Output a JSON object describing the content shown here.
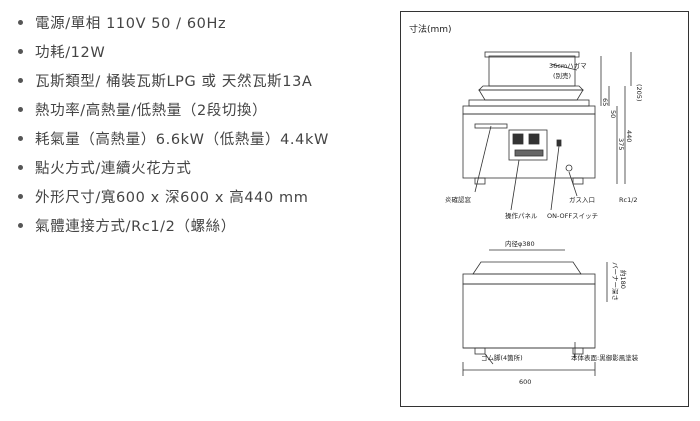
{
  "specs": [
    "電源/單相 110V 50 / 60Hz",
    "功耗/12W",
    "瓦斯類型/ 桶裝瓦斯LPG 或 天然瓦斯13A",
    "熱功率/高熱量/低熱量（2段切換）",
    "耗氣量（高熱量）6.6kW（低熱量）4.4kW",
    "點火方式/連續火花方式",
    "外形尺寸/寬600 x 深600 x 高440 mm",
    "氣體連接方式/Rc1/2（螺絲）"
  ],
  "diagram": {
    "title": "寸法(mm)",
    "labels": {
      "pot": "36cmハガマ",
      "pot_sub": "(別売)",
      "dim_205": "(205)",
      "dim_65": "65",
      "dim_50": "50",
      "dim_375": "375",
      "dim_440": "440",
      "flame_check": "炎確認窓",
      "panel": "操作パネル",
      "switch": "ON-OFFスイッチ",
      "gas_inlet": "ガス入口",
      "gas_inlet_size": "Rc1/2",
      "inner_dia": "内径φ380",
      "burner_depth": "バーナー深さ",
      "burner_depth_val": "約180",
      "feet": "ゴム脚(4箇所)",
      "body_finish": "本体表面:黒御影風塗装",
      "width_600": "600"
    }
  }
}
